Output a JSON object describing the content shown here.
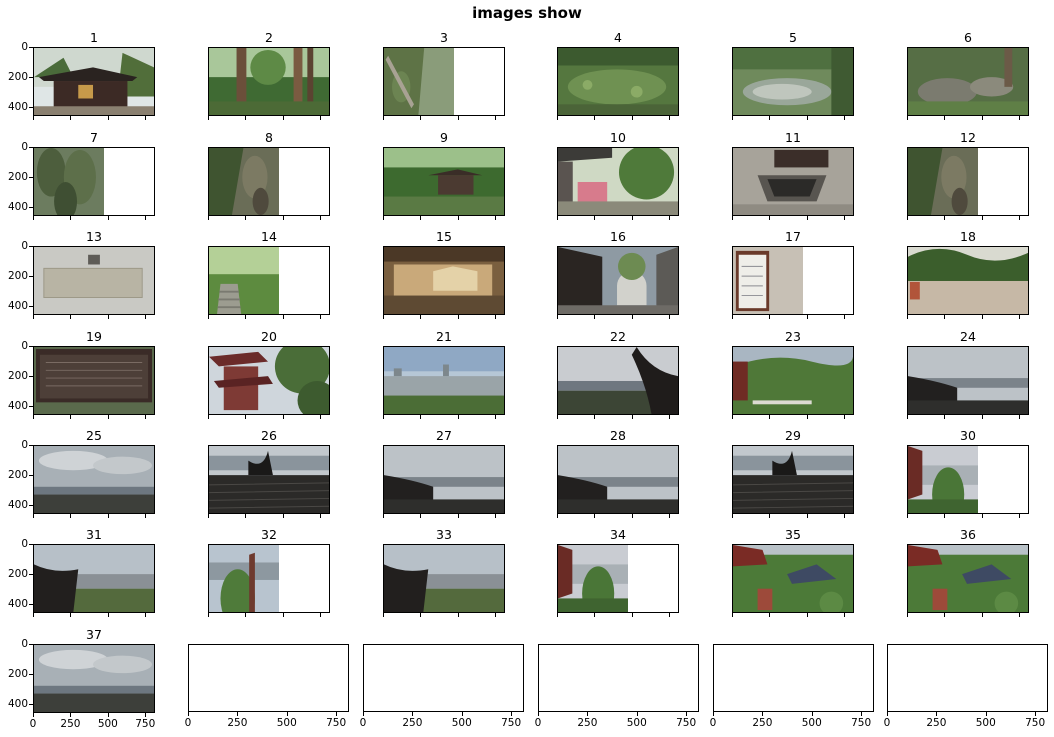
{
  "figure": {
    "title": "images show"
  },
  "axes": {
    "yticks": [
      "0",
      "200",
      "400"
    ],
    "xticks": [
      "0",
      "250",
      "500",
      "750"
    ]
  },
  "panels": [
    {
      "title": "1",
      "scene": "pavilion-gate",
      "partial": false
    },
    {
      "title": "2",
      "scene": "forest-trunks",
      "partial": false
    },
    {
      "title": "3",
      "scene": "rocky-slope",
      "partial": true
    },
    {
      "title": "4",
      "scene": "lotus-pond",
      "partial": false
    },
    {
      "title": "5",
      "scene": "stream",
      "partial": false
    },
    {
      "title": "6",
      "scene": "rocks-garden",
      "partial": false
    },
    {
      "title": "7",
      "scene": "trees",
      "partial": true
    },
    {
      "title": "8",
      "scene": "cliff-moss",
      "partial": true
    },
    {
      "title": "9",
      "scene": "forest-pavilion",
      "partial": false
    },
    {
      "title": "10",
      "scene": "temple-courtyard",
      "partial": false
    },
    {
      "title": "11",
      "scene": "well-plaque",
      "partial": false
    },
    {
      "title": "12",
      "scene": "cliff-moss",
      "partial": true
    },
    {
      "title": "13",
      "scene": "stone-tablet",
      "partial": false
    },
    {
      "title": "14",
      "scene": "stone-steps",
      "partial": true
    },
    {
      "title": "15",
      "scene": "museum-model",
      "partial": false
    },
    {
      "title": "16",
      "scene": "old-street",
      "partial": false
    },
    {
      "title": "17",
      "scene": "signboard",
      "partial": true
    },
    {
      "title": "18",
      "scene": "plaza-hill",
      "partial": false
    },
    {
      "title": "19",
      "scene": "info-board",
      "partial": false
    },
    {
      "title": "20",
      "scene": "pagoda",
      "partial": false
    },
    {
      "title": "21",
      "scene": "city-view",
      "partial": false
    },
    {
      "title": "22",
      "scene": "roof-eave-lake",
      "partial": false
    },
    {
      "title": "23",
      "scene": "hill-view",
      "partial": false
    },
    {
      "title": "24",
      "scene": "lake-roof",
      "partial": false
    },
    {
      "title": "25",
      "scene": "lake-cloudy",
      "partial": false
    },
    {
      "title": "26",
      "scene": "roof-tiles-lake",
      "partial": false
    },
    {
      "title": "27",
      "scene": "lake-roof",
      "partial": false
    },
    {
      "title": "28",
      "scene": "lake-roof",
      "partial": false
    },
    {
      "title": "29",
      "scene": "roof-tiles-lake",
      "partial": false
    },
    {
      "title": "30",
      "scene": "pagoda-view",
      "partial": true
    },
    {
      "title": "31",
      "scene": "roof-eave-city",
      "partial": false
    },
    {
      "title": "32",
      "scene": "city-green",
      "partial": true
    },
    {
      "title": "33",
      "scene": "roof-eave-city",
      "partial": false
    },
    {
      "title": "34",
      "scene": "pagoda-view",
      "partial": true
    },
    {
      "title": "35",
      "scene": "temple-roofs",
      "partial": false
    },
    {
      "title": "36",
      "scene": "temple-roofs",
      "partial": false
    },
    {
      "title": "37",
      "scene": "lake-cloudy",
      "partial": false
    }
  ],
  "empty_axes_count": 5
}
